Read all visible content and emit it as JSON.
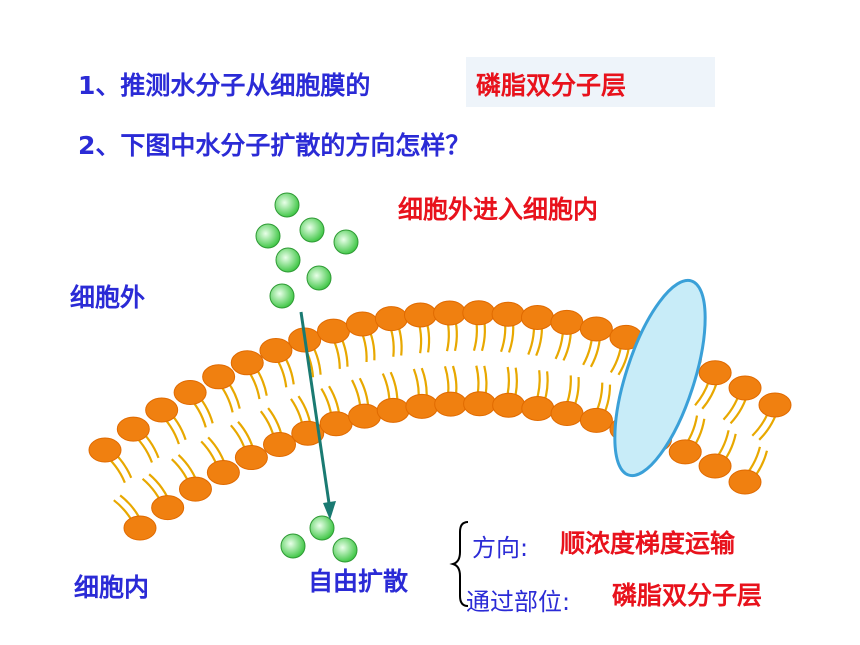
{
  "questions": {
    "q1": "1、推测水分子从细胞膜的",
    "q1_answer": "磷脂双分子层",
    "q2": "2、下图中水分子扩散的方向怎样？",
    "q2_answer": "细胞外进入细胞内"
  },
  "labels": {
    "outside": "细胞外",
    "inside": "细胞内",
    "mode": "自由扩散"
  },
  "summary": {
    "direction_label": "方向:",
    "direction_value": "顺浓度梯度运输",
    "site_label": "通过部位:",
    "site_value": "磷脂双分子层"
  },
  "colors": {
    "head": "#f08010",
    "tail": "#e8a800",
    "water": "#44c84a",
    "arrow": "#1a7a72",
    "protein": "#c8ecf8"
  }
}
